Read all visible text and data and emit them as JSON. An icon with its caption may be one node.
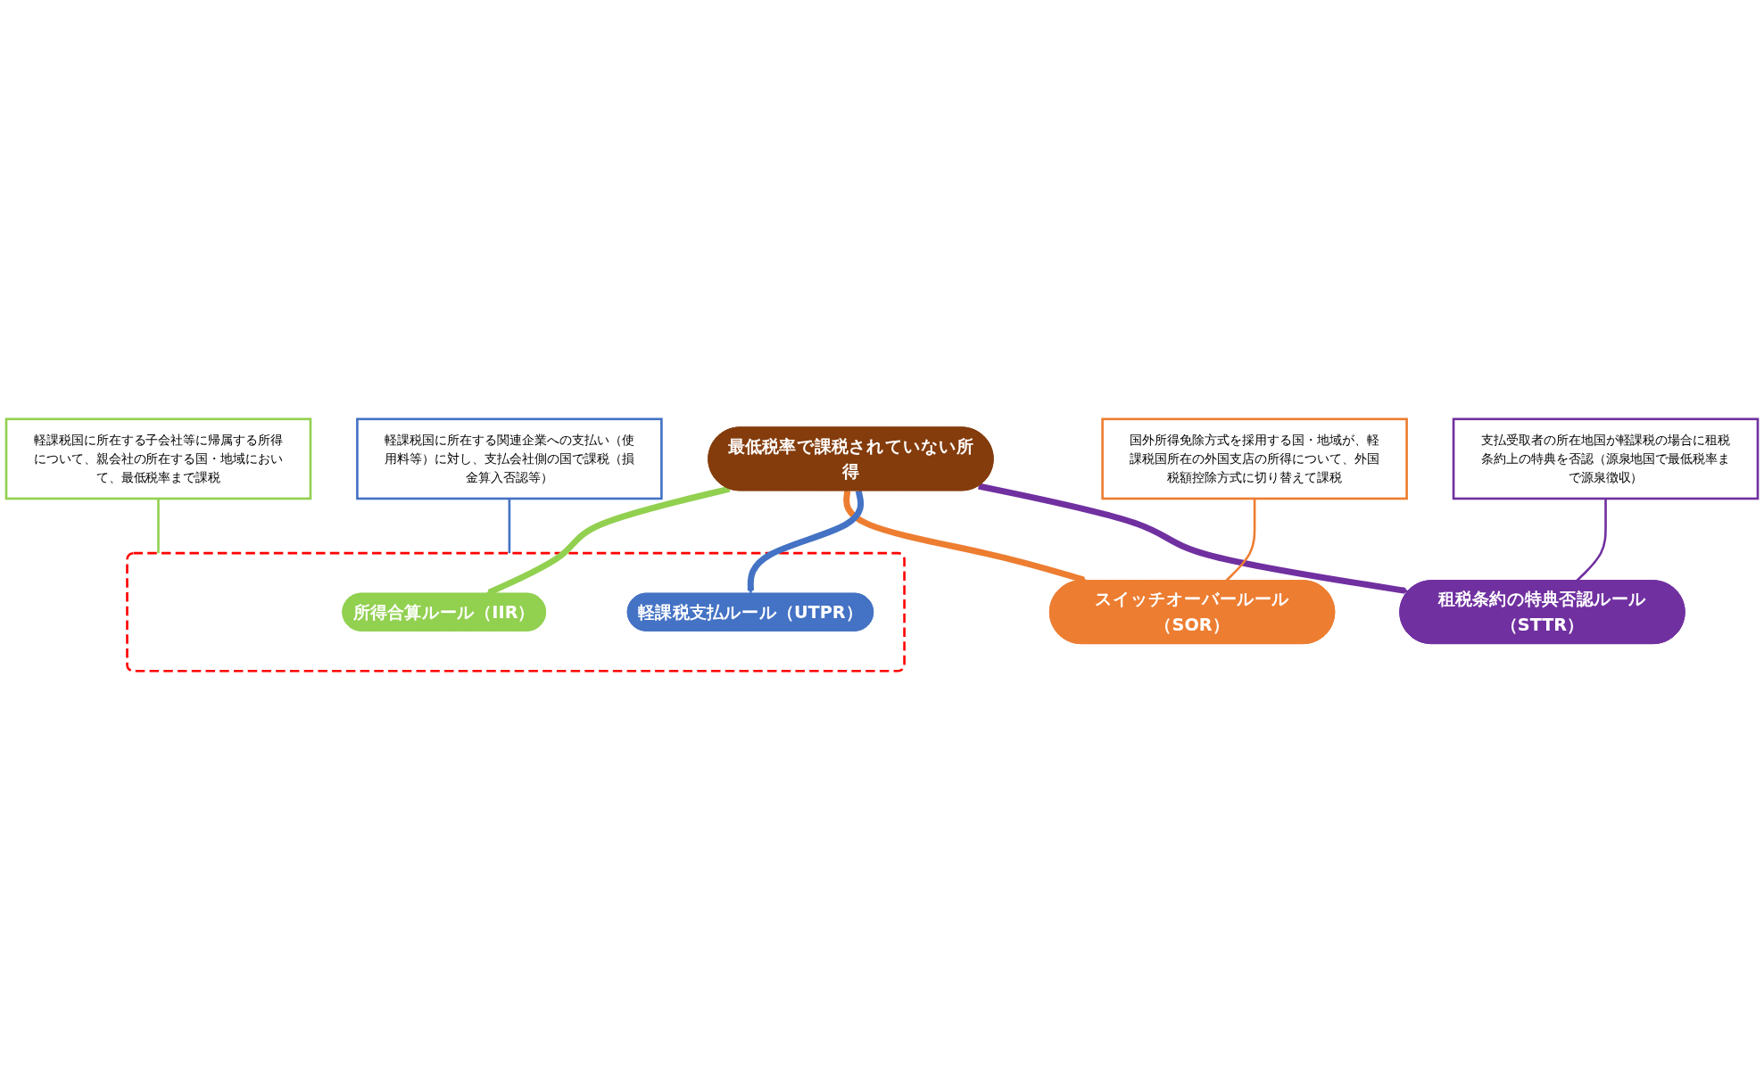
{
  "diagram": {
    "nodes": [
      {
        "text": [
          "軽課税国に所在する子会社等に帰属する所得について、親会社の所在する国・地域において、最低税率まで課税"
        ]
      },
      {
        "text": [
          "国外所得免除方式を採用する国・地域が、軽課税国所在の外国支店の所得について、外国税額控除方式に切り替えて課税"
        ]
      },
      {
        "text": [],
        "shape": "box"
      },
      {
        "text": [
          "所得合算ルール（IIR）"
        ],
        "in": 2
      },
      {
        "text": [
          "スイッチオーバールール（SOR）"
        ]
      },
      {
        "text": [
          "最低税率で課税されていない所得"
        ]
      },
      {
        "text": [
          "軽課税支払ルール（UTPR）"
        ],
        "in": 2
      },
      {
        "text": [
          "租税条約の特典否認ルール（STTR）"
        ]
      },
      {
        "text": [
          "軽課税国に所在する関連企業への支払い（使用料等）に対し、支払会社側の国で課税（損金算入否認等）"
        ]
      },
      {
        "text": [
          "支払受取者の所在地国が軽課税の場合に租税条約上の特典を否認（源泉地国で最低税率まで源泉徴収）"
        ]
      }
    ],
    "edges": [
      {
        "from": 5,
        "to": 3,
        "arrow": "to",
        "style": "thick",
        "color": "#92d050"
      },
      {
        "from": 5,
        "to": 4,
        "arrow": "to",
        "style": "thick",
        "color": "#ed7d31"
      },
      {
        "from": 5,
        "to": 6,
        "arrow": "to",
        "style": "thick",
        "color": "#4472c4"
      },
      {
        "from": 5,
        "to": 7,
        "arrow": "to",
        "style": "thick",
        "color": "#7030a0"
      },
      {
        "from": 0,
        "to": 2,
        "arrow": "none",
        "color": "#92d050"
      },
      {
        "from": 1,
        "to": 4,
        "arrow": "none",
        "color": "#ed7d31"
      },
      {
        "from": 8,
        "to": 2,
        "arrow": "none",
        "color": "#4472c4"
      },
      {
        "from": 9,
        "to": 7,
        "arrow": "none",
        "color": "#7030a0"
      }
    ]
  }
}
